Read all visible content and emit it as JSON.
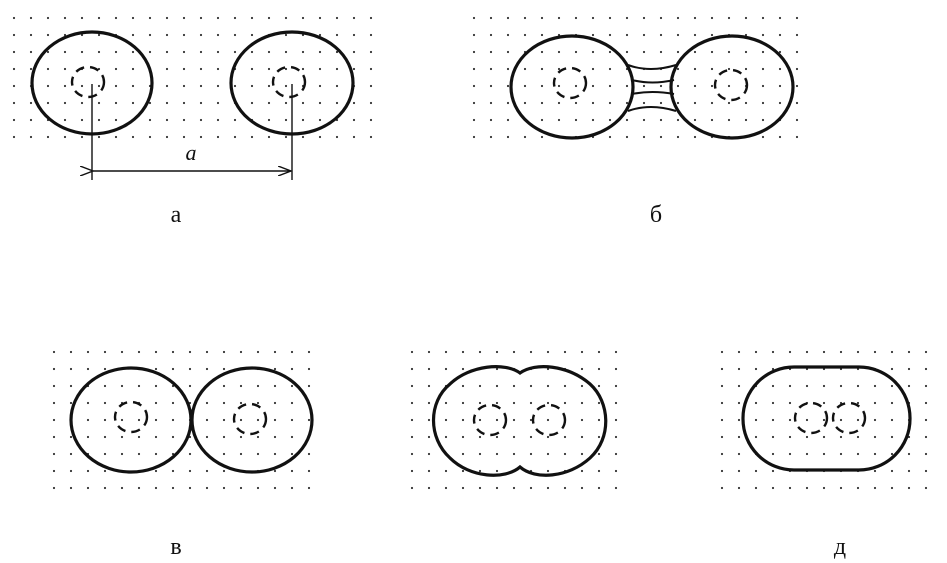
{
  "figure": {
    "panels": [
      {
        "id": "a",
        "label": "а",
        "stage": "separate-particles"
      },
      {
        "id": "b",
        "label": "б",
        "stage": "neck-bridges"
      },
      {
        "id": "v",
        "label": "в",
        "stage": "point-contact"
      },
      {
        "id": "g",
        "label": "",
        "stage": "partial-merge"
      },
      {
        "id": "d",
        "label": "д",
        "stage": "merged-particle"
      }
    ],
    "distance_symbol": "a"
  }
}
